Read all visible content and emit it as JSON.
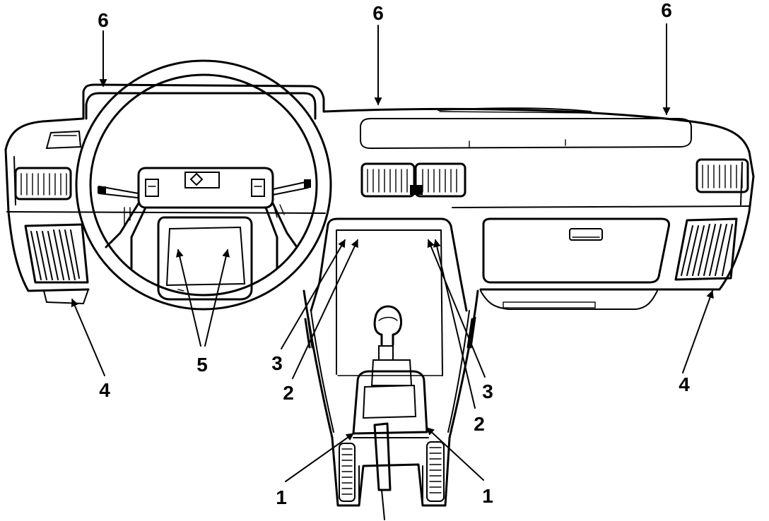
{
  "callouts": [
    {
      "id": "6a",
      "text": "6"
    },
    {
      "id": "6b",
      "text": "6"
    },
    {
      "id": "6c",
      "text": "6"
    },
    {
      "id": "5",
      "text": "5"
    },
    {
      "id": "4a",
      "text": "4"
    },
    {
      "id": "4b",
      "text": "4"
    },
    {
      "id": "3a",
      "text": "3"
    },
    {
      "id": "3b",
      "text": "3"
    },
    {
      "id": "2a",
      "text": "2"
    },
    {
      "id": "2b",
      "text": "2"
    },
    {
      "id": "1a",
      "text": "1"
    },
    {
      "id": "1b",
      "text": "1"
    }
  ],
  "colors": {
    "ink": "#000000",
    "paper": "#ffffff"
  }
}
